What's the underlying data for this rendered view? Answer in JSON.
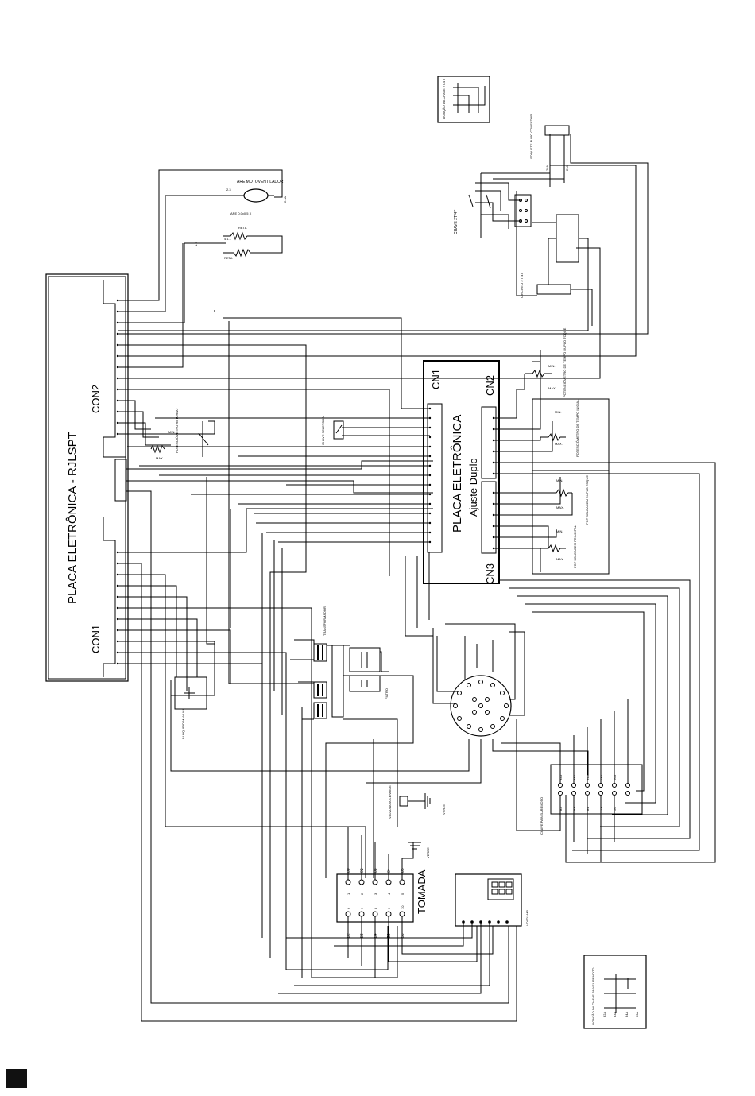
{
  "main_board": {
    "title": "PLACA ELETRÔNICA  -  RJLSPT",
    "con1": "CON1",
    "con2": "CON2"
  },
  "sub_board": {
    "title": "PLACA ELETRÔNICA",
    "subtitle": "Ajuste Duplo",
    "cn1": "CN1",
    "cn2": "CN2",
    "cn3": "CN3"
  },
  "components": {
    "fan": "ARE MOTOVENTILADOR",
    "resistor": "ARE 0,0x0.5 X",
    "resistor_a": "RETA",
    "resistor_b": "RETA",
    "chave_2t4t": "CHAVE 2T/4T",
    "circuito_2t4t": "CIRCUITO 2 T/4T",
    "euro_connector": "SOQUETE EURO CONECTOR",
    "ligacao_chave": "LIGAÇÃO DA CHAVE 2T/4T",
    "pot_tempo_duplo": "POTENCIÔMETRO DE TEMPO DUPLO TOQUE",
    "pot_tempo_inicial": "POTENCIÔMETRO DE TEMPO INICIAL",
    "pot_soldagem_duplo": "POT SOLDAGEM DUPLO TOQUE",
    "pot_soldagem_principal": "POT SOLDAGEM PRINCIPAL",
    "pot_ret": "POTENCIÔMETRO RETORNO",
    "chave_seletora": "CHAVE SELETORA",
    "transformador": "TRANSFORMADOR",
    "filtro": "FILTRO",
    "bloqueio": "BLOQUEIO MANUAL",
    "valvula": "VÁLVULA SOLENOIDE",
    "verde": "VERDE",
    "tomada": "TOMADA",
    "voltamp": "VOLT/AMP",
    "chave_painel": "CHAVE PAINEL/REMOTO",
    "ligacao_painel": "LIGAÇÃO DA CHAVE PAINEL/REMOTO"
  },
  "labels": {
    "max": "MAX.",
    "min": "MIN.",
    "tomada_top": [
      "00",
      "02",
      "08",
      "04",
      "05"
    ],
    "tomada_bottom": [
      "82",
      "83",
      "84",
      "53",
      "56"
    ],
    "tomada_pins_top": [
      "1",
      "2",
      "3",
      "4",
      "5"
    ],
    "tomada_pins_bottom": [
      "6",
      "7",
      "8",
      "9",
      "10"
    ],
    "painel_a": [
      "82A",
      "83A",
      "84A",
      "53A",
      "56A"
    ],
    "painel_b": [
      "82",
      "83",
      "84",
      "53",
      "56"
    ]
  },
  "colors": {
    "ink": "#000000",
    "paper": "#ffffff"
  }
}
